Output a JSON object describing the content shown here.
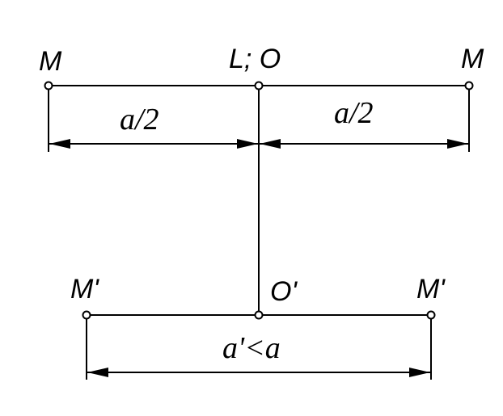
{
  "diagram": {
    "labels": {
      "m_left": "M",
      "lo": "L; O",
      "m_right": "M",
      "mp_left": "M'",
      "op": "O'",
      "mp_right": "M'"
    },
    "dimensions": {
      "left_half": "a/2",
      "right_half": "a/2",
      "bottom": "a'<a"
    },
    "colors": {
      "stroke": "#000000",
      "background": "#ffffff"
    }
  }
}
